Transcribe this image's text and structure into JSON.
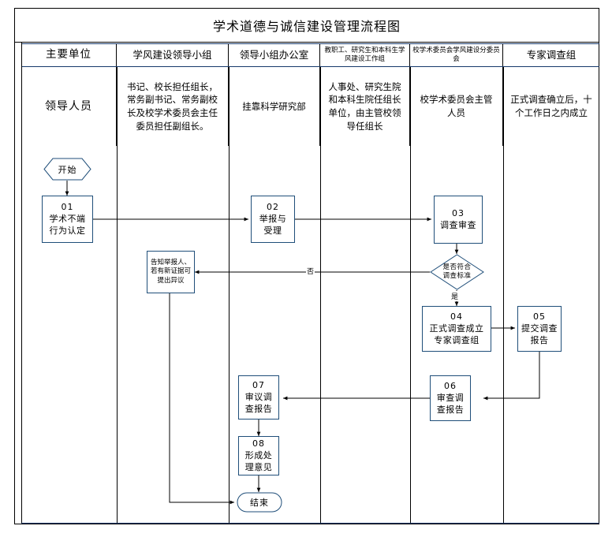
{
  "title": "学术道德与诚信建设管理流程图",
  "lanes": [
    {
      "header": "主要单位",
      "desc": "领导人员",
      "size": "big",
      "desc_style": "lead"
    },
    {
      "header": "学风建设领导小组",
      "desc": "书记、校长担任组长，常务副书记、常务副校长及校学术委员会主任委员担任副组长。",
      "size": "med",
      "desc_style": "normal"
    },
    {
      "header": "领导小组办公室",
      "desc": "挂靠科学研究部",
      "size": "med",
      "desc_style": "normal"
    },
    {
      "header": "教职工、研究生和本科生学风建设工作组",
      "desc": "人事处、研究生院和本科生院任组长单位，由主管校领导任组长",
      "size": "small",
      "desc_style": "normal"
    },
    {
      "header": "校学术委员会学风建设分委员会",
      "desc": "校学术委员会主管人员",
      "size": "small",
      "desc_style": "normal"
    },
    {
      "header": "专家调查组",
      "desc": "正式调查确立后，十个工作日之内成立",
      "size": "med",
      "desc_style": "normal"
    }
  ],
  "nodes": {
    "start": {
      "text": "开始",
      "shape": "hexagon"
    },
    "n01": {
      "num": "01",
      "label": "学术不端\n行为认定"
    },
    "n02": {
      "num": "02",
      "label": "举报与\n受理"
    },
    "n03": {
      "num": "03",
      "label": "调查审查"
    },
    "decision": {
      "text": "是否符合\n调查标准",
      "shape": "diamond"
    },
    "note": {
      "text": "告知举报人、\n若有新证据可\n提出异议"
    },
    "n04": {
      "num": "04",
      "label": "正式调查成立\n专家调查组"
    },
    "n05": {
      "num": "05",
      "label": "提交调查\n报告"
    },
    "n06": {
      "num": "06",
      "label": "审查调\n查报告"
    },
    "n07": {
      "num": "07",
      "label": "审议调\n查报告"
    },
    "n08": {
      "num": "08",
      "label": "形成处\n理意见"
    },
    "end": {
      "text": "结束",
      "shape": "terminator"
    }
  },
  "edge_labels": {
    "no": "否",
    "yes": "是"
  },
  "colors": {
    "node_border": "#1f4e79",
    "frame": "#000000",
    "accent_rule": "#16396b",
    "text": "#000000",
    "background": "#ffffff"
  }
}
